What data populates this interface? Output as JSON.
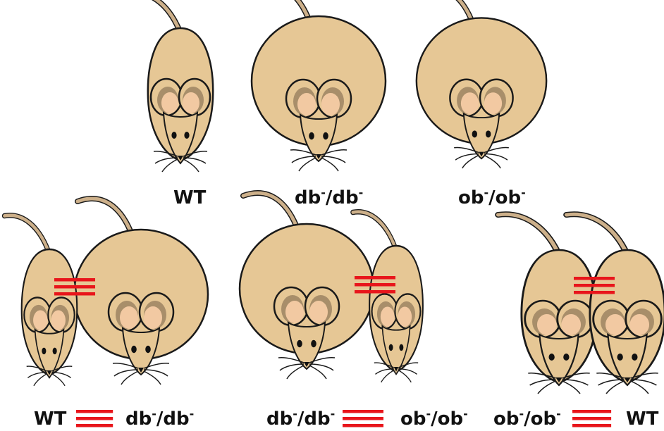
{
  "colors": {
    "body": "#E6C795",
    "outline": "#1A1A1A",
    "ear_inner_light": "#F2C9A2",
    "ear_inner_dark": "#A88E6A",
    "tail": "#CDB08A",
    "parabiosis_bar": "#E8151B",
    "eye": "#111111",
    "background": "#FFFFFF"
  },
  "icons": {
    "mouse": "mouse-icon",
    "parabiosis_link": "triple-line-icon"
  },
  "single_mice": [
    {
      "id": "wt",
      "label": {
        "base1": "WT",
        "sup1": "",
        "sep": "",
        "base2": "",
        "sup2": ""
      }
    },
    {
      "id": "db",
      "label": {
        "base1": "db",
        "sup1": "-",
        "sep": "/",
        "base2": "db",
        "sup2": "-"
      }
    },
    {
      "id": "ob",
      "label": {
        "base1": "ob",
        "sup1": "-",
        "sep": "/",
        "base2": "ob",
        "sup2": "-"
      }
    }
  ],
  "pairs": [
    {
      "id": "wt-db",
      "left": {
        "base1": "WT",
        "sup1": "",
        "sep": "",
        "base2": "",
        "sup2": ""
      },
      "right": {
        "base1": "db",
        "sup1": "-",
        "sep": "/",
        "base2": "db",
        "sup2": "-"
      }
    },
    {
      "id": "db-ob",
      "left": {
        "base1": "db",
        "sup1": "-",
        "sep": "/",
        "base2": "db",
        "sup2": "-"
      },
      "right": {
        "base1": "ob",
        "sup1": "-",
        "sep": "/",
        "base2": "ob",
        "sup2": "-"
      }
    },
    {
      "id": "ob-wt",
      "left": {
        "base1": "ob",
        "sup1": "-",
        "sep": "/",
        "base2": "ob",
        "sup2": "-"
      },
      "right": {
        "base1": "WT",
        "sup1": "",
        "sep": "",
        "base2": "",
        "sup2": ""
      }
    }
  ]
}
